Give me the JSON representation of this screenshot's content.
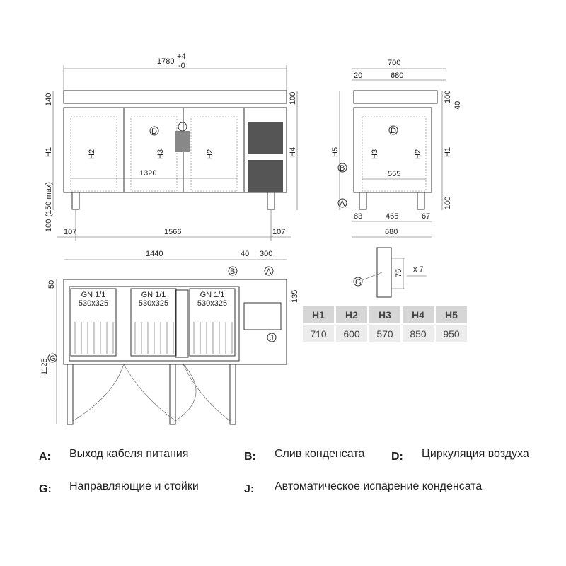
{
  "front_view": {
    "width": "1780",
    "tol_plus": "+4",
    "tol_minus": "-0",
    "top": "140",
    "h1": "H1",
    "legs": "100 (150 max)",
    "right_top": "100",
    "h4": "H4",
    "h2": "H2",
    "h3": "H3",
    "inner": "1320",
    "marker_d": "D",
    "left_leg": "107",
    "center": "1566",
    "right_leg": "107"
  },
  "side_view": {
    "depth": "700",
    "back": "20",
    "top_depth": "680",
    "h5": "H5",
    "marker_b": "B",
    "marker_a": "A",
    "marker_d": "D",
    "h3": "H3",
    "h2": "H2",
    "h1": "H1",
    "inner": "555",
    "top_r": "100",
    "top_r2": "40",
    "bottom_r": "100",
    "b1": "83",
    "b2": "465",
    "b3": "67",
    "base": "680"
  },
  "top_view": {
    "w1": "1440",
    "w2": "40",
    "w3": "300",
    "d1": "50",
    "depth": "1125",
    "right": "135",
    "marker_b": "B",
    "marker_a": "A",
    "marker_g": "G",
    "marker_j": "J",
    "pans": [
      {
        "name": "GN 1/1",
        "size": "530x325"
      },
      {
        "name": "GN 1/1",
        "size": "530x325"
      },
      {
        "name": "GN 1/1",
        "size": "530x325"
      }
    ]
  },
  "rail_detail": {
    "marker": "G",
    "pitch": "75",
    "count": "x 7"
  },
  "table": {
    "headers": [
      "H1",
      "H2",
      "H3",
      "H4",
      "H5"
    ],
    "values": [
      "710",
      "600",
      "570",
      "850",
      "950"
    ]
  },
  "legend": [
    {
      "key": "A:",
      "text": "Выход кабеля питания"
    },
    {
      "key": "B:",
      "text": "Слив конденсата"
    },
    {
      "key": "D:",
      "text": "Циркуляция воздуха"
    },
    {
      "key": "G:",
      "text": "Направляющие и стойки"
    },
    {
      "key": "J:",
      "text": "Автоматическое испарение конденсата"
    }
  ]
}
